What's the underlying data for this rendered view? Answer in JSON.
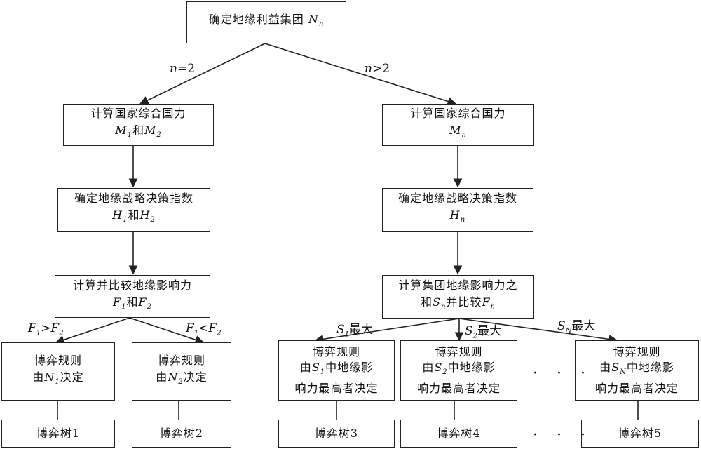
{
  "nodes": {
    "top": {
      "text": "确定地缘利益集团",
      "var": "N",
      "sub": "n"
    },
    "l1": {
      "line1": "计算国家综合国力",
      "a": "M",
      "a_sub": "1",
      "mid": "和",
      "b": "M",
      "b_sub": "2"
    },
    "l2": {
      "line1": "确定地缘战略决策指数",
      "a": "H",
      "a_sub": "1",
      "mid": "和",
      "b": "H",
      "b_sub": "2"
    },
    "l3": {
      "line1": "计算并比较地缘影响力",
      "a": "F",
      "a_sub": "1",
      "mid": "和",
      "b": "F",
      "b_sub": "2"
    },
    "r1": {
      "line1": "计算国家综合国力",
      "a": "M",
      "a_sub": "n"
    },
    "r2": {
      "line1": "确定地缘战略决策指数",
      "a": "H",
      "a_sub": "n"
    },
    "r3": {
      "line1": "计算集团地缘影响力之",
      "pre": "和",
      "a": "S",
      "a_sub": "n",
      "mid": "并比较",
      "b": "F",
      "b_sub": "n"
    },
    "g1": {
      "line1": "博弈规则",
      "pre": "由",
      "a": "N",
      "a_sub": "1",
      "post": "决定"
    },
    "g2": {
      "line1": "博弈规则",
      "pre": "由",
      "a": "N",
      "a_sub": "2",
      "post": "决定"
    },
    "g3": {
      "line1": "博弈规则",
      "pre": "由",
      "a": "S",
      "a_sub": "1",
      "post": "中地缘影",
      "line3": "响力最高者决定"
    },
    "g4": {
      "line1": "博弈规则",
      "pre": "由",
      "a": "S",
      "a_sub": "2",
      "post": "中地缘影",
      "line3": "响力最高者决定"
    },
    "g5": {
      "line1": "博弈规则",
      "pre": "由",
      "a": "S",
      "a_sub": "N",
      "post": "中地缘影",
      "line3": "响力最高者决定"
    },
    "t1": {
      "text": "博弈树1"
    },
    "t2": {
      "text": "博弈树2"
    },
    "t3": {
      "text": "博弈树3"
    },
    "t4": {
      "text": "博弈树4"
    },
    "t5": {
      "text": "博弈树5"
    }
  },
  "edges": {
    "n_eq": {
      "var": "n",
      "op": "=2"
    },
    "n_gt": {
      "var": "n",
      "op": ">2"
    },
    "f_gt": {
      "a": "F",
      "a_sub": "1",
      "op": ">",
      "b": "F",
      "b_sub": "2"
    },
    "f_lt": {
      "a": "F",
      "a_sub": "1",
      "op": "<",
      "b": "F",
      "b_sub": "2"
    },
    "s1_max": {
      "a": "S",
      "a_sub": "1",
      "text": "最大"
    },
    "s2_max": {
      "a": "S",
      "a_sub": "2",
      "text": "最大"
    },
    "sn_max": {
      "a": "S",
      "a_sub": "N",
      "text": "最大"
    }
  },
  "ellipsis": "· · ·"
}
